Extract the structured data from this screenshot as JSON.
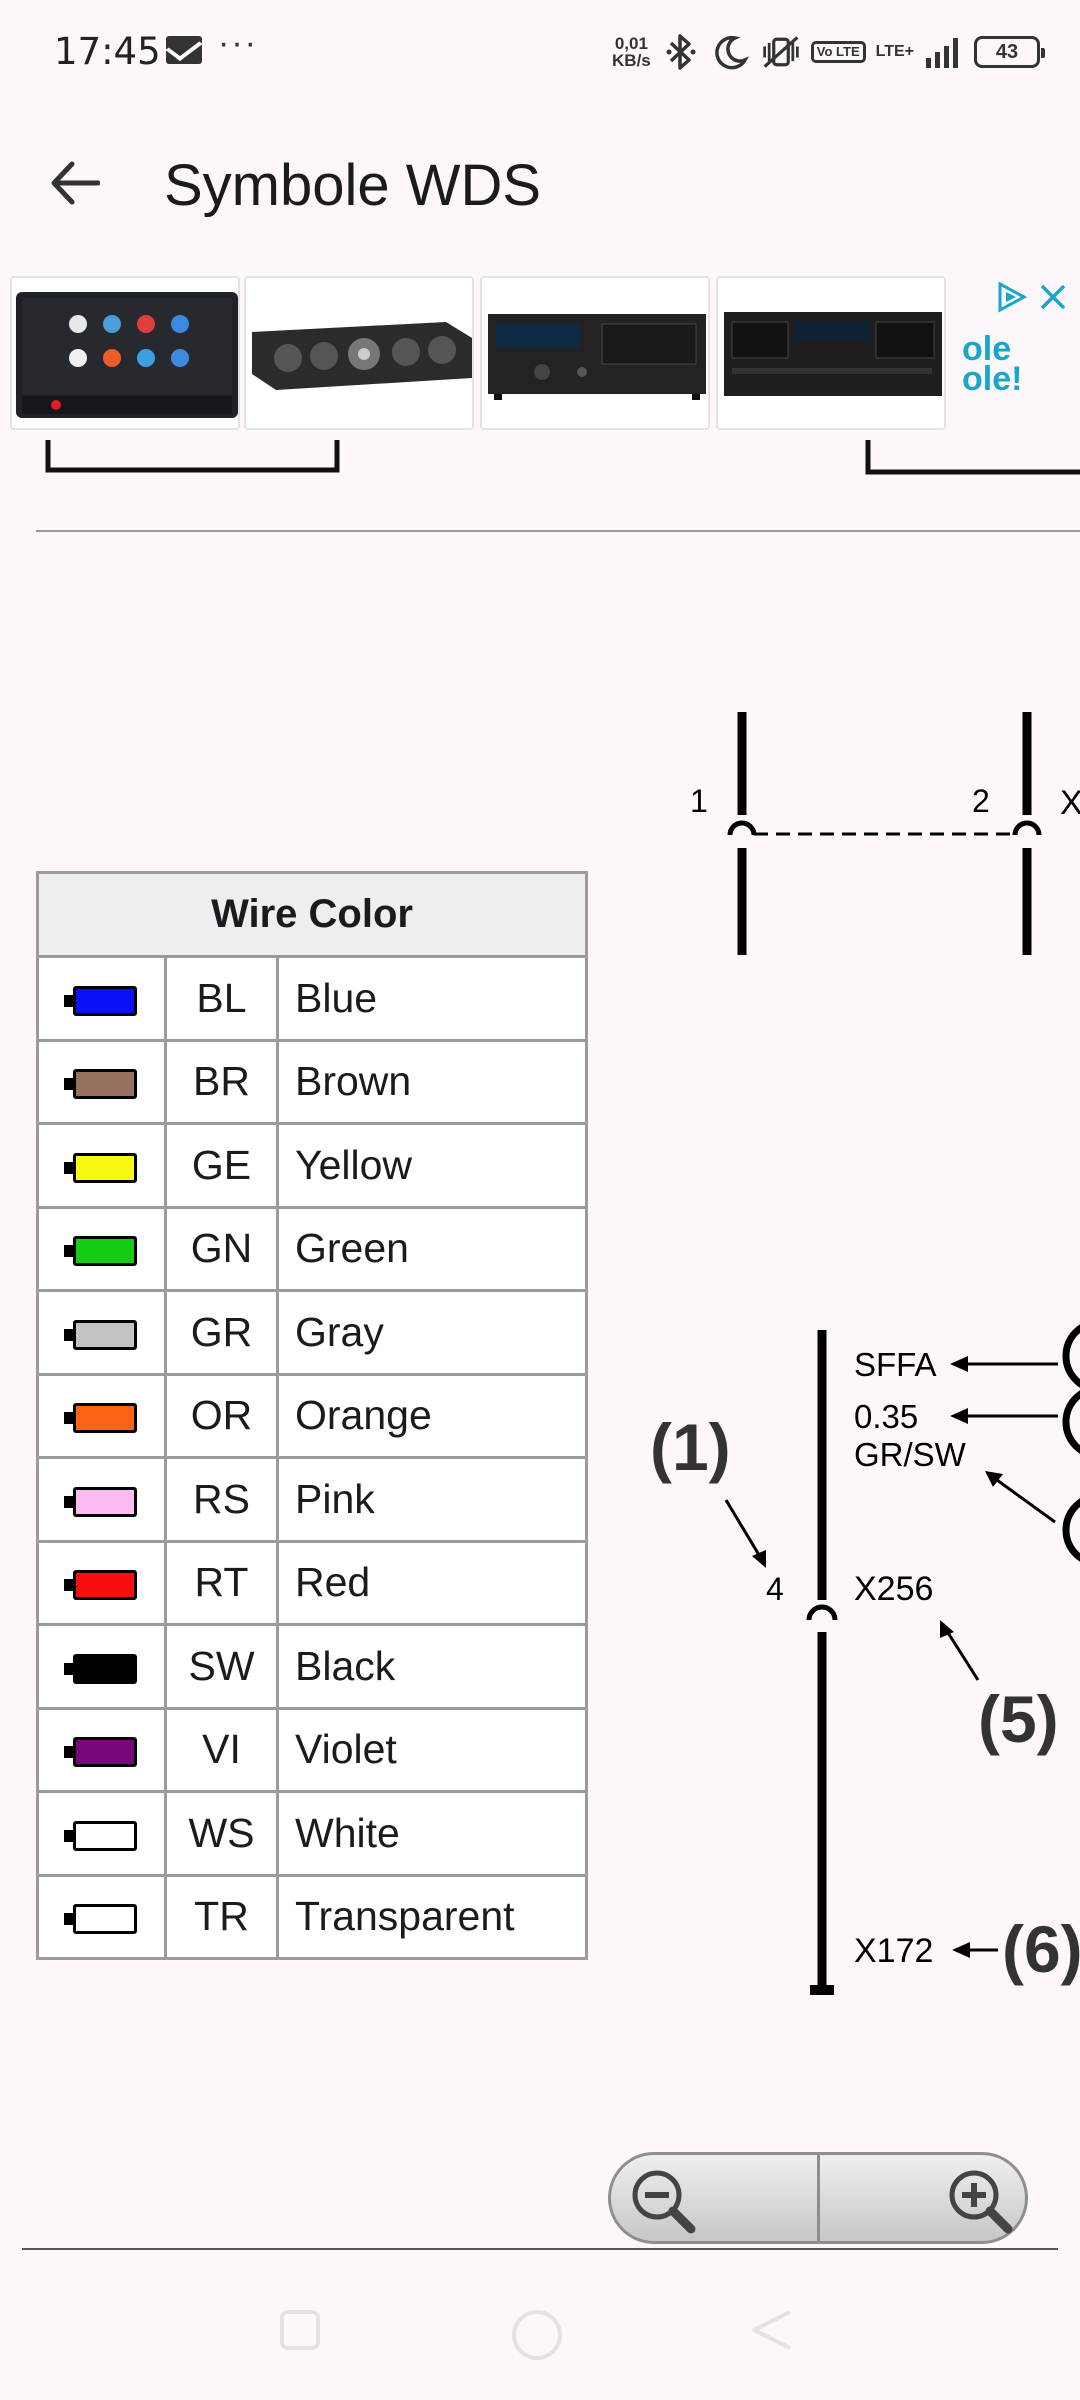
{
  "status_bar": {
    "time": "17:45",
    "mail_icon": "gmail-icon",
    "more_icon": "···",
    "net_speed_value": "0,01",
    "net_speed_unit": "KB/s",
    "volte": "Vo LTE",
    "lte": "LTE+",
    "battery": "43"
  },
  "app_bar": {
    "title": "Symbole WDS",
    "back_icon": "arrow-back-icon"
  },
  "ad": {
    "logo": "ole ole!",
    "items": [
      "car-stereo-image",
      "center-speaker-image",
      "cd-cassette-deck-image",
      "double-cassette-deck-image"
    ]
  },
  "diagram": {
    "pin_1": "1",
    "pin_2": "2",
    "partial_label": "X",
    "sffa": "SFFA",
    "size": "0.35",
    "color": "GR/SW",
    "callout_1": "(1)",
    "pin_4": "4",
    "connector": "X256",
    "callout_5": "(5)",
    "ground": "X172",
    "callout_6": "(6)"
  },
  "wire_table": {
    "header": "Wire Color",
    "rows": [
      {
        "code": "BL",
        "name": "Blue",
        "color": "#0a12f5"
      },
      {
        "code": "BR",
        "name": "Brown",
        "color": "#96705f"
      },
      {
        "code": "GE",
        "name": "Yellow",
        "color": "#f8f812"
      },
      {
        "code": "GN",
        "name": "Green",
        "color": "#13cc13"
      },
      {
        "code": "GR",
        "name": "Gray",
        "color": "#c3c3c3"
      },
      {
        "code": "OR",
        "name": "Orange",
        "color": "#fb6312"
      },
      {
        "code": "RS",
        "name": "Pink",
        "color": "#fbbbf3"
      },
      {
        "code": "RT",
        "name": "Red",
        "color": "#f50f0f"
      },
      {
        "code": "SW",
        "name": "Black",
        "color": "#000000"
      },
      {
        "code": "VI",
        "name": "Violet",
        "color": "#7a077a"
      },
      {
        "code": "WS",
        "name": "White",
        "color": "#ffffff"
      },
      {
        "code": "TR",
        "name": "Transparent",
        "color": "#ffffff"
      }
    ]
  },
  "zoom": {
    "zoom_out_icon": "zoom-out-icon",
    "zoom_in_icon": "zoom-in-icon"
  }
}
